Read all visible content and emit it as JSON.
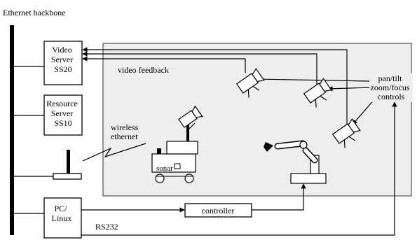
{
  "labels": {
    "backbone": "Ethernet backbone",
    "video_server": [
      "Video",
      "Server",
      "SS20"
    ],
    "resource_server": [
      "Resource",
      "Server",
      "SS10"
    ],
    "pc_linux": [
      "PC/",
      "Linux"
    ],
    "controller": "controller",
    "rs232": "RS232",
    "video_feedback": "video feedback",
    "wireless": [
      "wireless",
      "ethernet"
    ],
    "pan_tilt": [
      "pan/tilt",
      "zoom/focus",
      "controls"
    ],
    "sonar": "sonar"
  }
}
